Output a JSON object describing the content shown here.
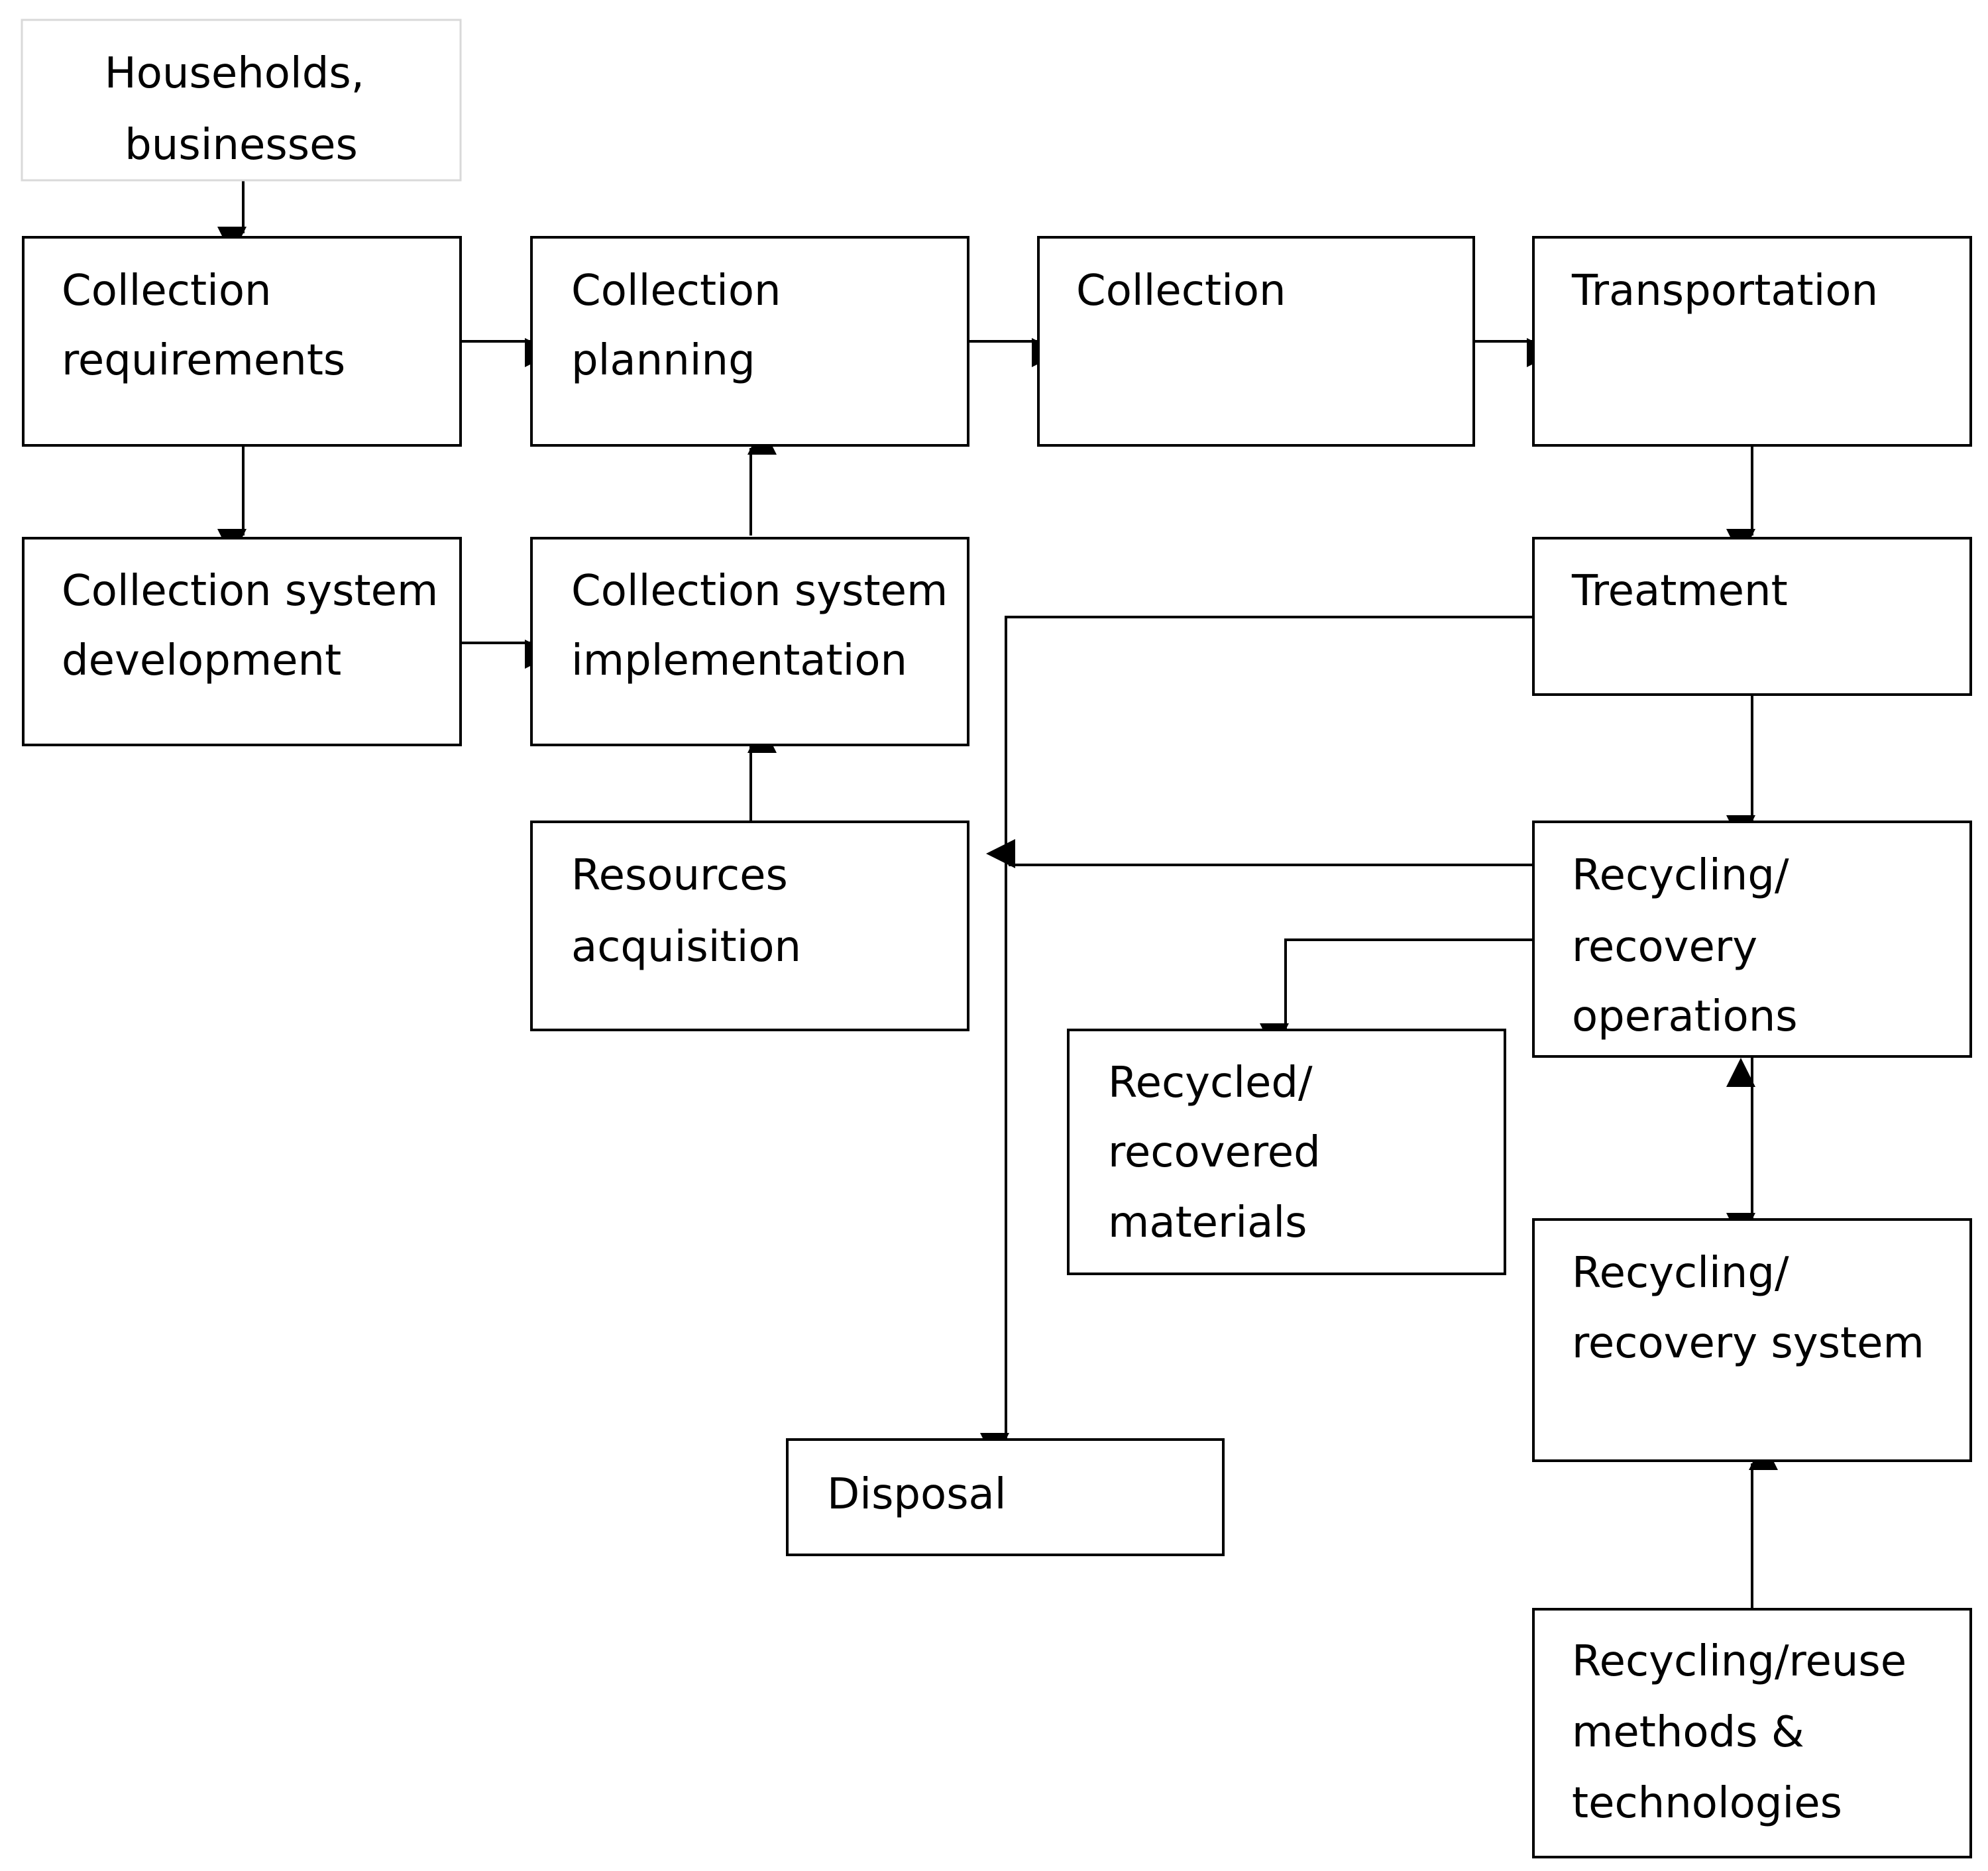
{
  "colors": {
    "line": "#000000",
    "background": "#ffffff",
    "source_border": "#d9d9d9"
  },
  "nodes": {
    "households": {
      "lines": [
        "Households,",
        "businesses"
      ]
    },
    "collection_requirements": {
      "lines": [
        "Collection",
        "requirements"
      ]
    },
    "collection_planning": {
      "lines": [
        "Collection",
        "planning"
      ]
    },
    "collection": {
      "lines": [
        "Collection"
      ]
    },
    "transportation": {
      "lines": [
        "Transportation"
      ]
    },
    "collection_system_development": {
      "lines": [
        "Collection system",
        "development"
      ]
    },
    "collection_system_implementation": {
      "lines": [
        "Collection system",
        "implementation"
      ]
    },
    "treatment": {
      "lines": [
        "Treatment"
      ]
    },
    "resources_acquisition": {
      "lines": [
        "Resources",
        "acquisition"
      ]
    },
    "recycling_recovery_operations": {
      "lines": [
        "Recycling/",
        "recovery",
        "operations"
      ]
    },
    "recycled_recovered_materials": {
      "lines": [
        "Recycled/",
        "recovered",
        "materials"
      ]
    },
    "recycling_recovery_system": {
      "lines": [
        "Recycling/",
        "recovery system"
      ]
    },
    "disposal": {
      "lines": [
        "Disposal"
      ]
    },
    "recycling_reuse_methods": {
      "lines": [
        "Recycling/reuse",
        "methods &",
        "technologies"
      ]
    }
  }
}
